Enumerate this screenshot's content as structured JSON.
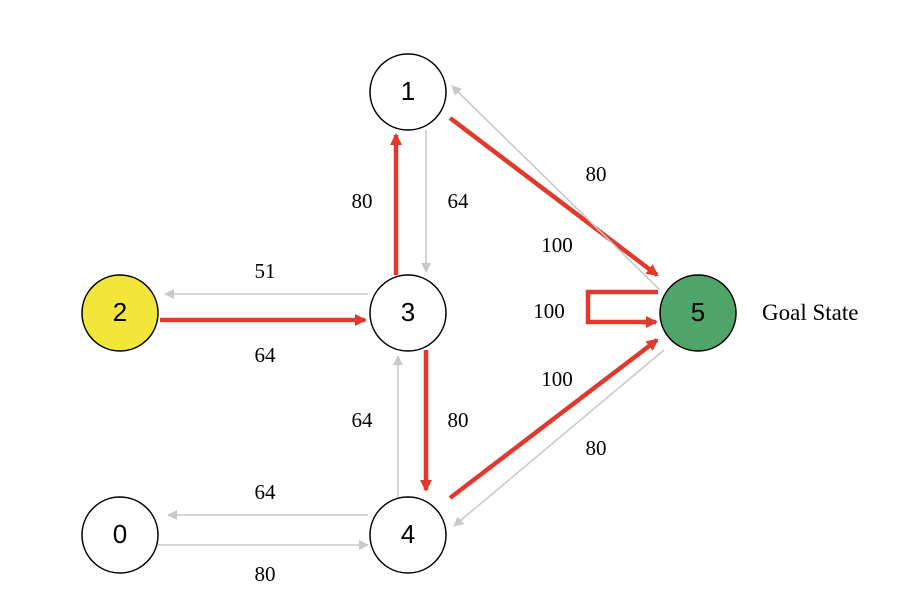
{
  "colors": {
    "start_node": "#f2e63a",
    "goal_node": "#4fa46a",
    "default_node": "#ffffff",
    "highlight_edge": "#e03a2e",
    "normal_edge": "#c9c9c9",
    "outline": "#000000"
  },
  "nodes": [
    {
      "id": "0",
      "label": "0",
      "role": "default"
    },
    {
      "id": "1",
      "label": "1",
      "role": "default"
    },
    {
      "id": "2",
      "label": "2",
      "role": "start"
    },
    {
      "id": "3",
      "label": "3",
      "role": "default"
    },
    {
      "id": "4",
      "label": "4",
      "role": "default"
    },
    {
      "id": "5",
      "label": "5",
      "role": "goal"
    }
  ],
  "edges": [
    {
      "id": "e-1-5",
      "from": "1",
      "to": "5",
      "weight": "100",
      "highlight": true
    },
    {
      "id": "e-5-1",
      "from": "5",
      "to": "1",
      "weight": "80",
      "highlight": false
    },
    {
      "id": "e-3-1",
      "from": "3",
      "to": "1",
      "weight": "80",
      "highlight": true
    },
    {
      "id": "e-1-3",
      "from": "1",
      "to": "3",
      "weight": "64",
      "highlight": false
    },
    {
      "id": "e-3-2",
      "from": "3",
      "to": "2",
      "weight": "51",
      "highlight": false
    },
    {
      "id": "e-2-3",
      "from": "2",
      "to": "3",
      "weight": "64",
      "highlight": true
    },
    {
      "id": "e-5-5",
      "from": "5",
      "to": "5",
      "weight": "100",
      "highlight": true
    },
    {
      "id": "e-4-3",
      "from": "4",
      "to": "3",
      "weight": "64",
      "highlight": false
    },
    {
      "id": "e-3-4",
      "from": "3",
      "to": "4",
      "weight": "80",
      "highlight": true
    },
    {
      "id": "e-4-5",
      "from": "4",
      "to": "5",
      "weight": "100",
      "highlight": true
    },
    {
      "id": "e-5-4",
      "from": "5",
      "to": "4",
      "weight": "80",
      "highlight": false
    },
    {
      "id": "e-4-0",
      "from": "4",
      "to": "0",
      "weight": "64",
      "highlight": false
    },
    {
      "id": "e-0-4",
      "from": "0",
      "to": "4",
      "weight": "80",
      "highlight": false
    }
  ],
  "goal_label": "Goal State"
}
